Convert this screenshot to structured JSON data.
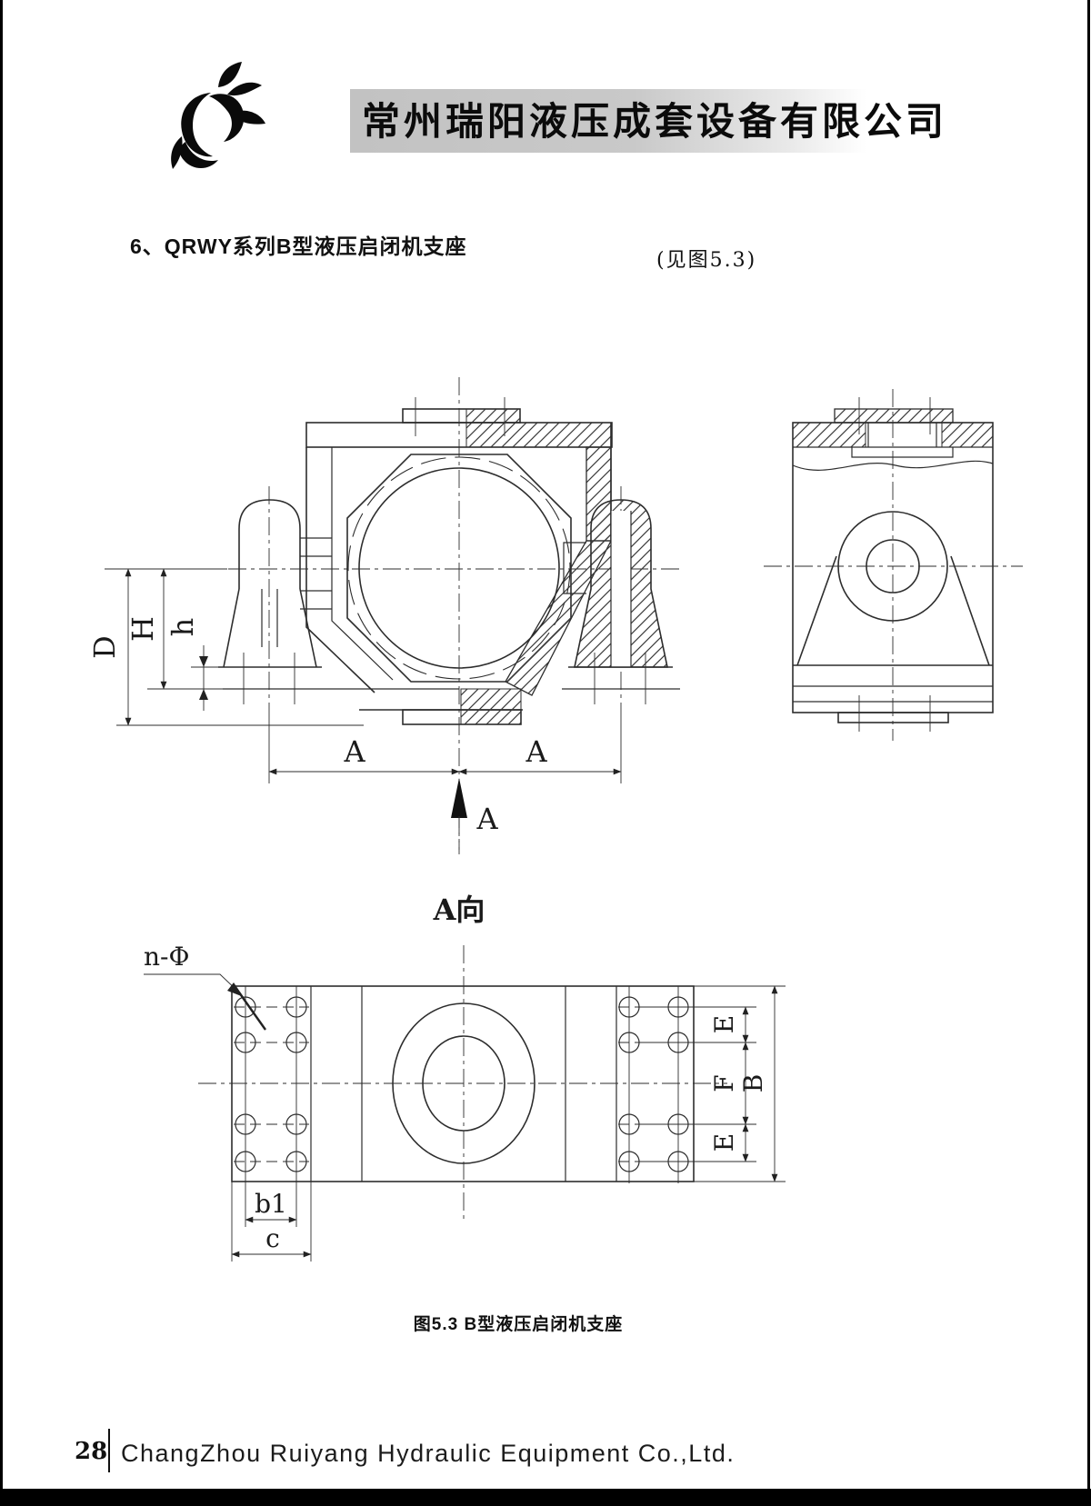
{
  "header": {
    "company_cn": "常州瑞阳液压成套设备有限公司"
  },
  "section": {
    "title": "6、QRWY系列B型液压启闭机支座",
    "figure_ref": "(见图5.3)"
  },
  "drawing": {
    "labels": {
      "d": "D",
      "h_upper": "H",
      "h_lower": "h",
      "a_left": "A",
      "a_right": "A",
      "a_section": "A",
      "view_title": "A向",
      "hole_callout": "n-Φ",
      "e_upper": "E",
      "f": "F",
      "e_lower": "E",
      "b": "B",
      "b1": "b1",
      "c": "c"
    }
  },
  "figure": {
    "caption": "图5.3 B型液压启闭机支座"
  },
  "footer": {
    "page_number": "28",
    "company_en": "ChangZhou Ruiyang Hydraulic Equipment Co.,Ltd."
  },
  "colors": {
    "line": "#2d2d2d",
    "banner_from": "#c2c2c2",
    "banner_to": "#ffffff",
    "footer_bar": "#000000"
  }
}
